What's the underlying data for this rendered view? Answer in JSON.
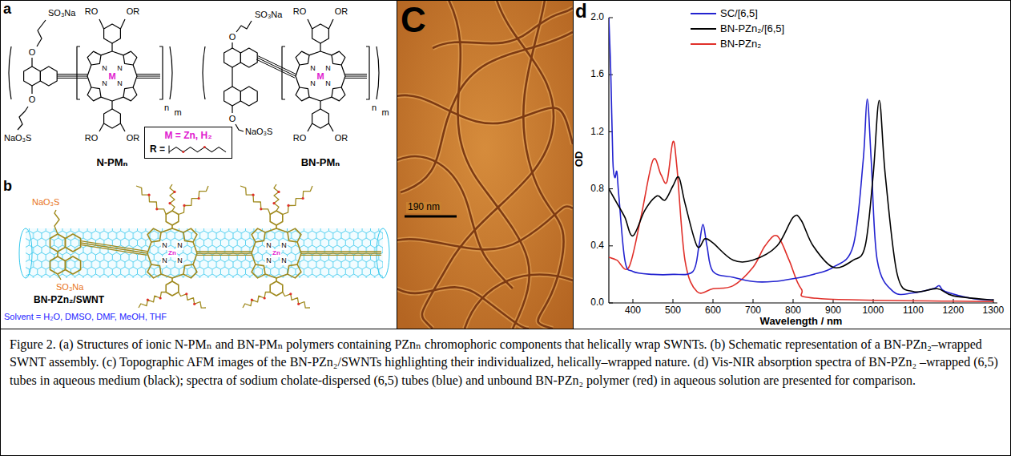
{
  "diagram": {
    "caption": "Figure 2. (a) Structures of ionic N-PMₙ and BN-PMₙ polymers containing PZnₙ chromophoric components that helically wrap SWNTs. (b) Schematic representation of a BN-PZn₂–wrapped SWNT assembly. (c) Topographic AFM images of the BN-PZn₂/SWNTs highlighting their individualized, helically–wrapped nature. (d) Vis-NIR absorption spectra of BN-PZn₂ –wrapped (6,5) tubes in aqueous medium (black); spectra of sodium cholate-dispersed (6,5) tubes (blue) and unbound BN-PZn₂ polymer (red) in aqueous solution are presented for comparison.",
    "nodes": [
      {
        "text": [
          "M = Zn, H₂",
          "R ="
        ]
      }
    ],
    "labels": [
      "a",
      "SO₃Na",
      "O",
      "O",
      "NaO₃S",
      "RO",
      "OR",
      "N",
      "N",
      "N",
      "N",
      "M",
      "RO",
      "OR",
      "n",
      "m",
      "N-PMₙ",
      "SO₃Na",
      "O",
      "O",
      "NaO₃S",
      "RO",
      "OR",
      "N",
      "N",
      "N",
      "N",
      "M",
      "RO",
      "OR",
      "n",
      "m",
      "BN-PMₙ",
      "b",
      "NaO₃S",
      "SO₃Na",
      "N",
      "N",
      "N",
      "N",
      "Zn",
      "N",
      "N",
      "N",
      "N",
      "Zn",
      "BN-PZn₂/SWNT",
      "Solvent = H₂O, DMSO, DMF, MeOH, THF",
      "C",
      "190 nm",
      "d",
      "0.0",
      "0.4",
      "0.8",
      "1.2",
      "1.6",
      "2.0",
      "400",
      "500",
      "600",
      "700",
      "800",
      "900",
      "1000",
      "1100",
      "1200",
      "1300",
      "OD",
      "Wavelength / nm"
    ],
    "legend": [
      {
        "text": "SC/[6,5]",
        "color": "#2323d0"
      },
      {
        "text": "BN-PZn₂/[6,5]",
        "color": "#000000"
      },
      {
        "text": "BN-PZn₂",
        "color": "#e0302a"
      }
    ]
  }
}
